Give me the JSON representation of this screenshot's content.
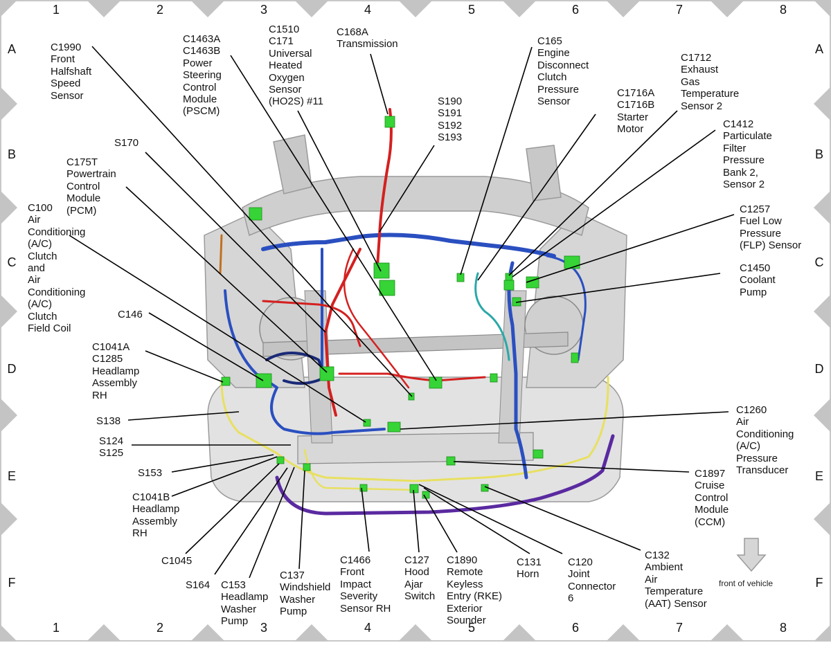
{
  "grid": {
    "columns": [
      "1",
      "2",
      "3",
      "4",
      "5",
      "6",
      "7",
      "8"
    ],
    "rows": [
      "A",
      "B",
      "C",
      "D",
      "E",
      "F"
    ]
  },
  "labels": {
    "c1990": "C1990\nFront\nHalfshaft\nSpeed\nSensor",
    "c1463": "C1463A\nC1463B\nPower\nSteering\nControl\nModule\n(PSCM)",
    "c1510": "C1510\nC171\nUniversal\nHeated\nOxygen\nSensor\n(HO2S) #11",
    "c168a": "C168A\nTransmission",
    "s190": "S190\nS191\nS192\nS193",
    "c165": "C165\nEngine\nDisconnect\nClutch\nPressure\nSensor",
    "c1716": "C1716A\nC1716B\nStarter\nMotor",
    "c1712": "C1712\nExhaust\nGas\nTemperature\nSensor 2",
    "c1412": "C1412\nParticulate\nFilter\nPressure\nBank 2,\nSensor 2",
    "c1257": "C1257\nFuel Low\nPressure\n(FLP) Sensor",
    "c1450": "C1450\nCoolant\nPump",
    "s170": "S170",
    "c175t": "C175T\nPowertrain\nControl\nModule\n(PCM)",
    "c100": "C100\nAir\nConditioning\n(A/C)\nClutch\nand\nAir\nConditioning\n(A/C)\nClutch\nField Coil",
    "c146": "C146",
    "c1041a": "C1041A\nC1285\nHeadlamp\nAssembly\nRH",
    "s138": "S138",
    "s124": "S124\nS125",
    "s153": "S153",
    "c1041b": "C1041B\nHeadlamp\nAssembly\nRH",
    "c1045": "C1045",
    "s164": "S164",
    "c153": "C153\nHeadlamp\nWasher\nPump",
    "c137": "C137\nWindshield\nWasher\nPump",
    "c1466": "C1466\nFront\nImpact\nSeverity\nSensor RH",
    "c127": "C127\nHood\nAjar\nSwitch",
    "c1890": "C1890\nRemote\nKeyless\nEntry (RKE)\nExterior\nSounder",
    "c131": "C131\nHorn",
    "c120": "C120\nJoint\nConnector\n6",
    "c132": "C132\nAmbient\nAir\nTemperature\n(AAT) Sensor",
    "c1260": "C1260\nAir\nConditioning\n(A/C)\nPressure\nTransducer",
    "c1897": "C1897\nCruise\nControl\nModule\n(CCM)"
  },
  "front_of_vehicle": "front of vehicle",
  "colors": {
    "frame": "#c8c8c8",
    "diamond": "#c4c4c4",
    "structure": "#dcdcdc",
    "structure_edge": "#9a9a9a",
    "wire_red": "#d42020",
    "wire_blue": "#2a4fc0",
    "wire_navy": "#1a2a78",
    "wire_yellow": "#e8e060",
    "wire_purple": "#5a2aa0",
    "wire_teal": "#2aa8a8",
    "connector_green": "#36d436",
    "leader": "#000000"
  }
}
